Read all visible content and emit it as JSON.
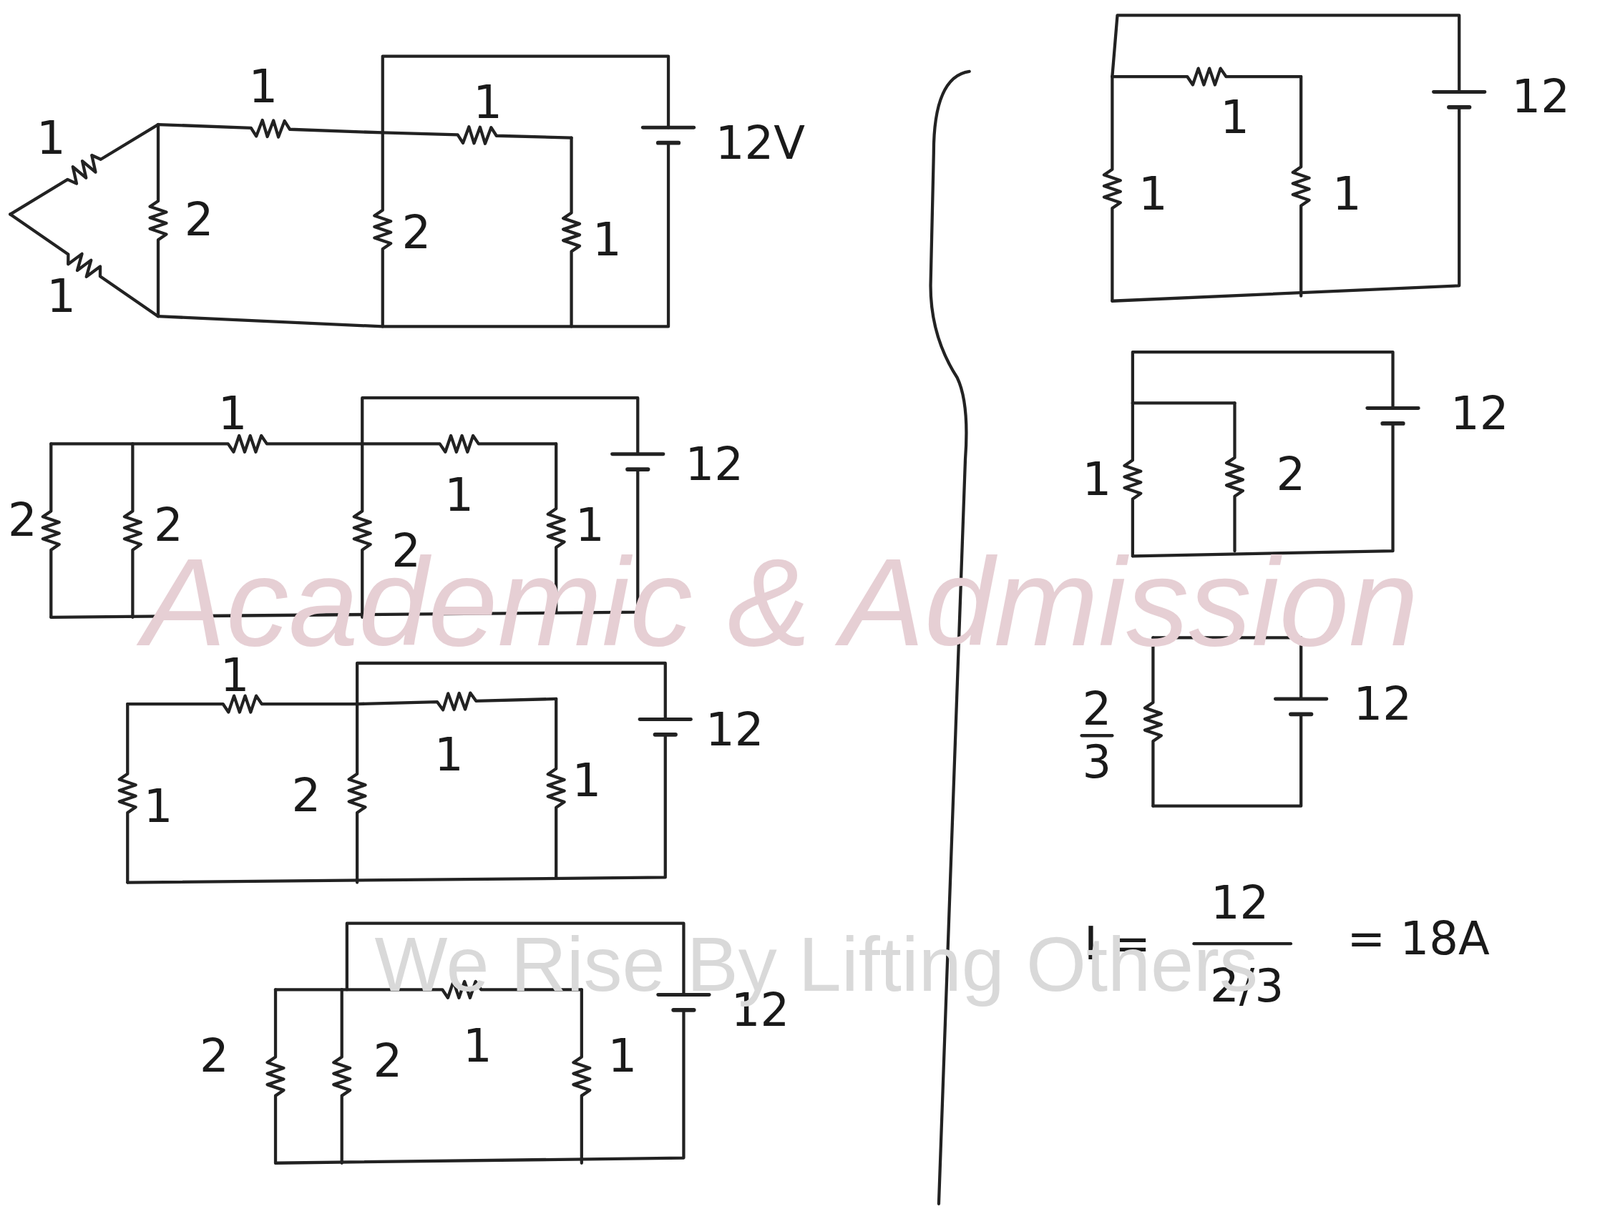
{
  "diagram": {
    "labels": [
      "1",
      "1",
      "1",
      "12V",
      "2",
      "2",
      "1",
      "1",
      "1",
      "12",
      "2",
      "2",
      "1",
      "1",
      "2",
      "1",
      "12",
      "1",
      "2",
      "1",
      "1",
      "12",
      "2",
      "2",
      "1",
      "1",
      "12",
      "1",
      "1",
      "1",
      "12",
      "1",
      "2",
      "12",
      "2",
      "3",
      "I =",
      "12",
      "2/3",
      "= 18A",
      "Academic & Admission",
      "We Rise By Lifting Others"
    ]
  }
}
